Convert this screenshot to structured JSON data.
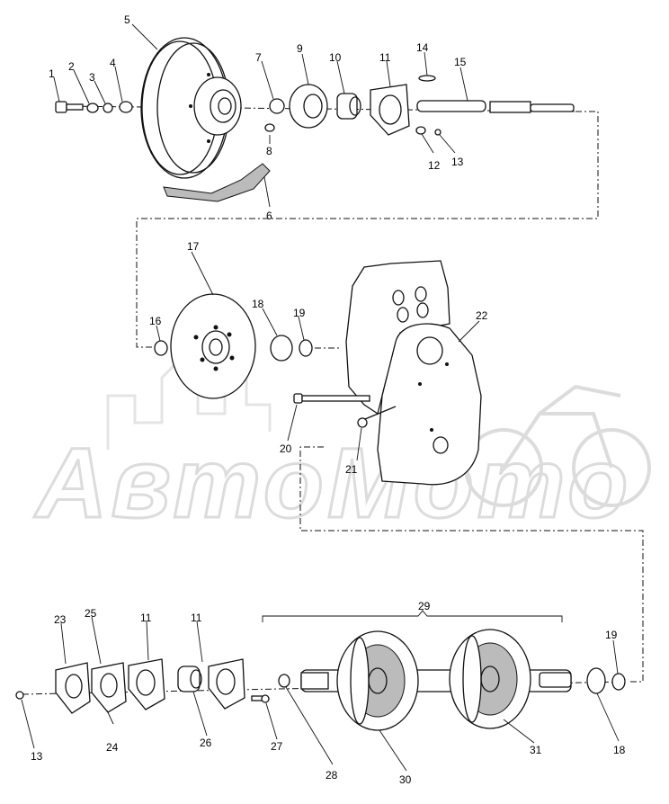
{
  "watermark": {
    "text": "АвтоМото"
  },
  "callouts": {
    "c1": "1",
    "c2": "2",
    "c3": "3",
    "c4": "4",
    "c5": "5",
    "c6": "6",
    "c7": "7",
    "c8": "8",
    "c9": "9",
    "c10": "10",
    "c11a": "11",
    "c12": "12",
    "c13a": "13",
    "c14": "14",
    "c15": "15",
    "c16": "16",
    "c17": "17",
    "c18a": "18",
    "c19a": "19",
    "c20": "20",
    "c21": "21",
    "c22": "22",
    "c23": "23",
    "c24": "24",
    "c25": "25",
    "c11b": "11",
    "c11c": "11",
    "c26": "26",
    "c27": "27",
    "c28": "28",
    "c29": "29",
    "c30": "30",
    "c31": "31",
    "c18b": "18",
    "c19b": "19",
    "c13b": "13"
  }
}
